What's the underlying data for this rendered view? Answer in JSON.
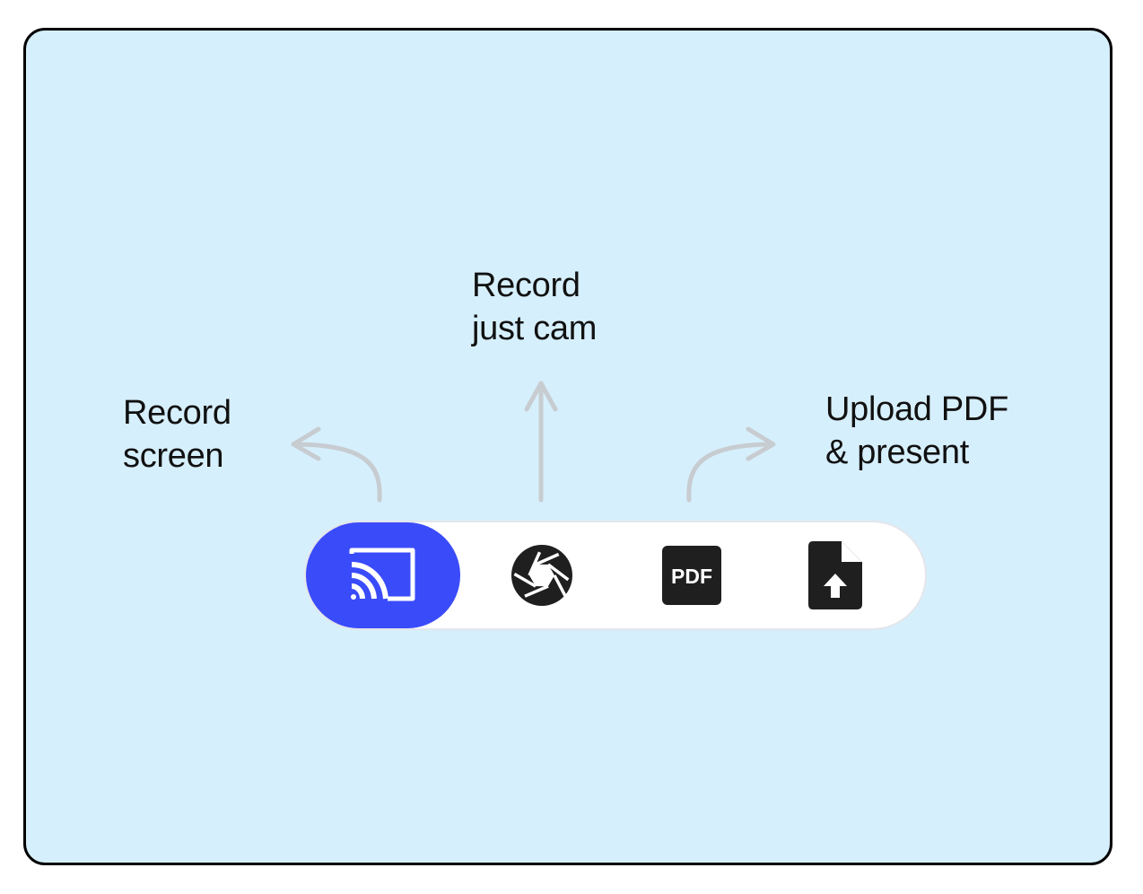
{
  "labels": {
    "record_screen": [
      "Record",
      "screen"
    ],
    "record_cam": [
      "Record",
      "just cam"
    ],
    "upload_pdf": [
      "Upload PDF",
      "& present"
    ]
  },
  "toolbar": {
    "items": [
      {
        "id": "record-screen",
        "icon": "screen-cast-icon",
        "active": true
      },
      {
        "id": "record-cam",
        "icon": "camera-aperture-icon",
        "active": false
      },
      {
        "id": "pdf",
        "icon": "pdf-icon",
        "icon_text": "PDF",
        "active": false
      },
      {
        "id": "upload-file",
        "icon": "file-upload-icon",
        "active": false
      }
    ]
  },
  "colors": {
    "background": "#d6effc",
    "frame_border": "#000000",
    "active_tool": "#3a4bfa",
    "icon_dark": "#1f1f1f",
    "arrow": "#c7ccd1",
    "toolbar_bg": "#ffffff"
  }
}
